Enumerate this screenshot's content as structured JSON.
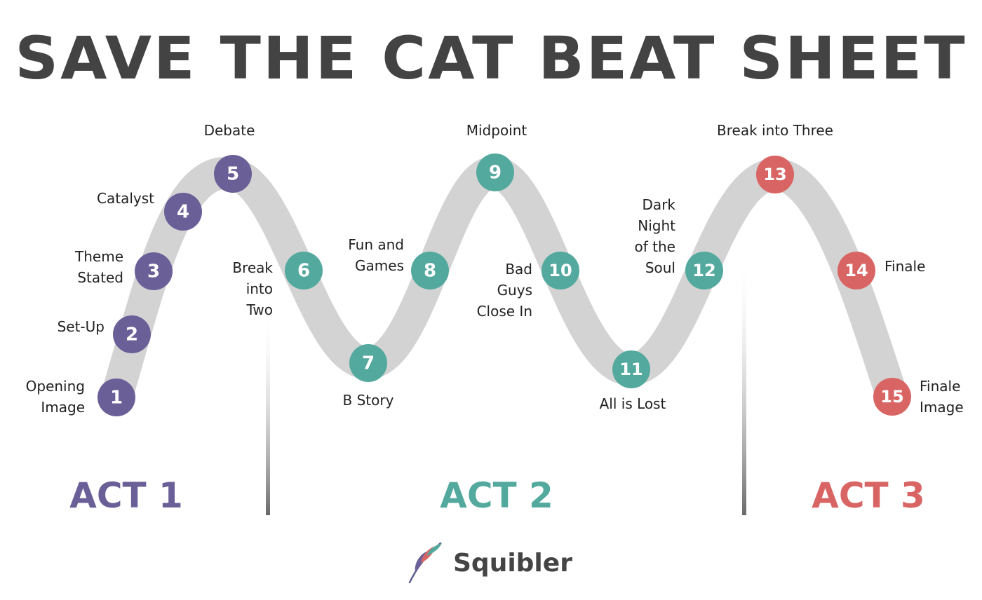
{
  "title": "SAVE THE CAT BEAT SHEET",
  "colors": {
    "act1": "#6b5f98",
    "act2": "#53a99e",
    "act3": "#d86563",
    "track": "#d3d3d3"
  },
  "beats": [
    {
      "number": "1",
      "label": "Opening\nImage",
      "act": 1
    },
    {
      "number": "2",
      "label": "Set-Up",
      "act": 1
    },
    {
      "number": "3",
      "label": "Theme\nStated",
      "act": 1
    },
    {
      "number": "4",
      "label": "Catalyst",
      "act": 1
    },
    {
      "number": "5",
      "label": "Debate",
      "act": 1
    },
    {
      "number": "6",
      "label": "Break\ninto\nTwo",
      "act": 2
    },
    {
      "number": "7",
      "label": "B Story",
      "act": 2
    },
    {
      "number": "8",
      "label": "Fun and\nGames",
      "act": 2
    },
    {
      "number": "9",
      "label": "Midpoint",
      "act": 2
    },
    {
      "number": "10",
      "label": "Bad\nGuys\nClose In",
      "act": 2
    },
    {
      "number": "11",
      "label": "All is Lost",
      "act": 2
    },
    {
      "number": "12",
      "label": "Dark\nNight\nof the\nSoul",
      "act": 2
    },
    {
      "number": "13",
      "label": "Break into Three",
      "act": 3
    },
    {
      "number": "14",
      "label": "Finale",
      "act": 3
    },
    {
      "number": "15",
      "label": "Finale\nImage",
      "act": 3
    }
  ],
  "acts": [
    {
      "label": "ACT 1"
    },
    {
      "label": "ACT 2"
    },
    {
      "label": "ACT 3"
    }
  ],
  "brand": {
    "name": "Squibler",
    "logo_icon": "quill-feather-icon"
  }
}
